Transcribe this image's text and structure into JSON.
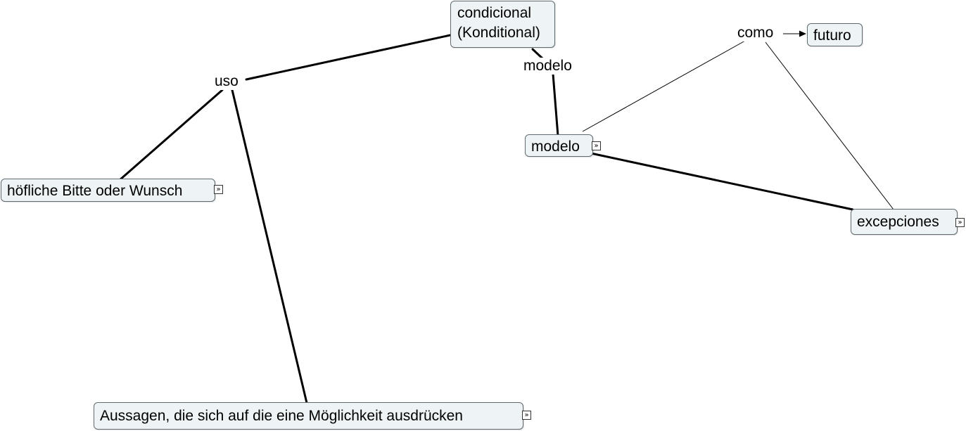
{
  "concepts": {
    "main": "condicional",
    "main_sub": "(Konditional)",
    "polite": "höfliche Bitte oder Wunsch",
    "possibility": "Aussagen, die sich auf die eine Möglichkeit ausdrücken",
    "modelo": "modelo",
    "futuro": "futuro",
    "excepciones": "excepciones"
  },
  "linking_phrases": {
    "uso": "uso",
    "modelo": "modelo",
    "como": "como"
  },
  "icons": {
    "expand": "»"
  }
}
